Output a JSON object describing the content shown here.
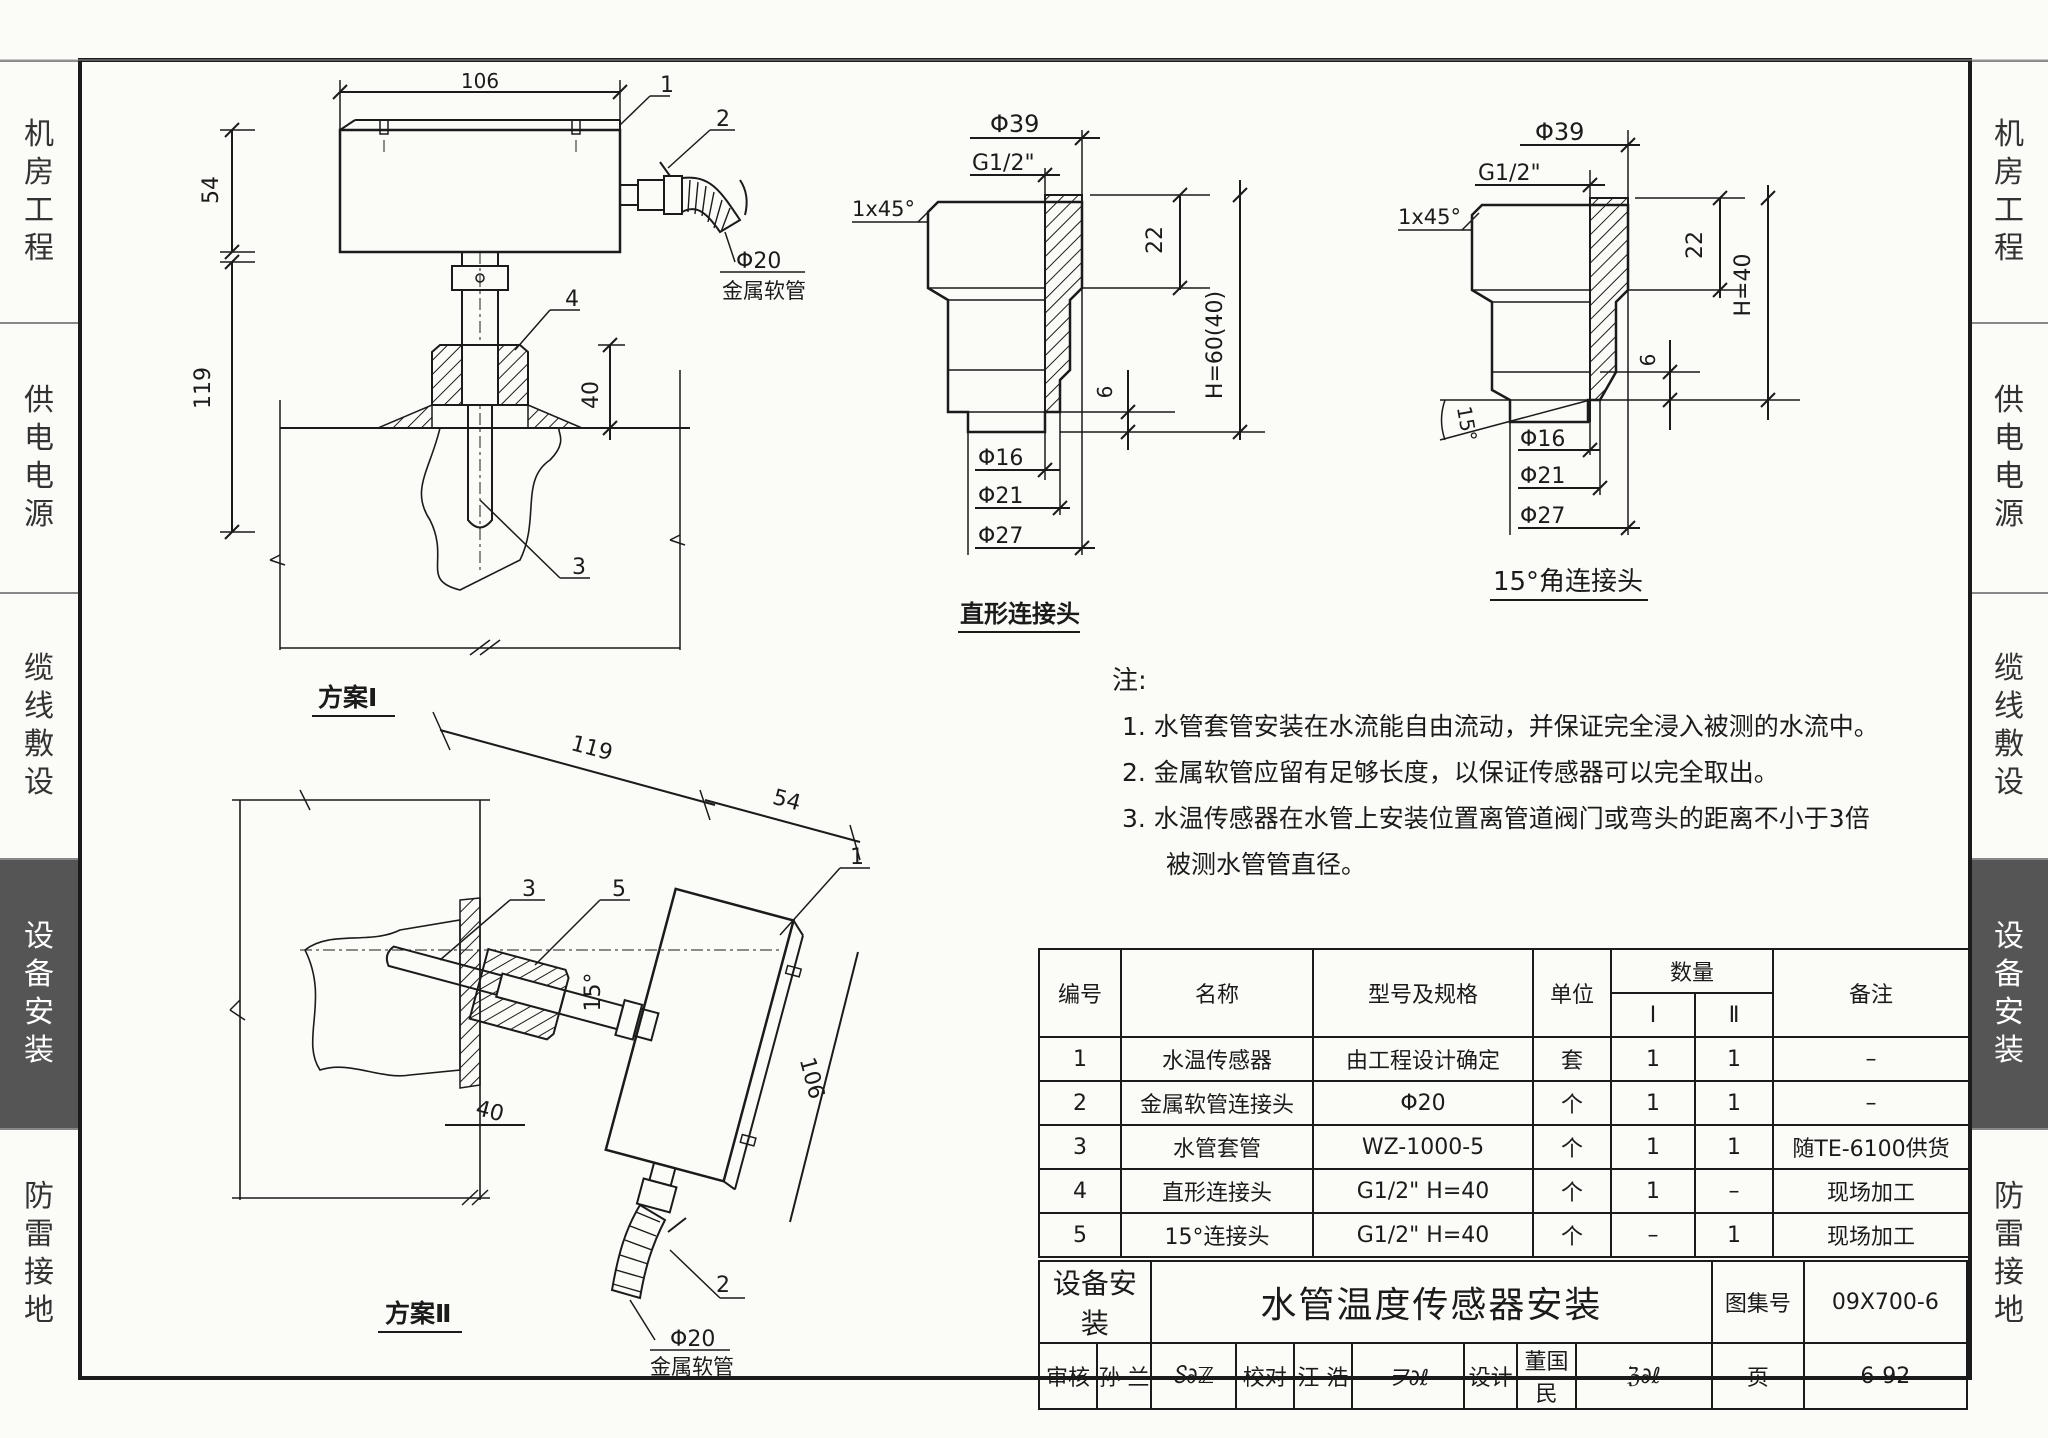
{
  "side_tabs": {
    "left": [
      {
        "label": "机房工程",
        "chars": [
          "机",
          "房",
          "工",
          "程"
        ]
      },
      {
        "label": "供电电源",
        "chars": [
          "供",
          "电",
          "电",
          "源"
        ]
      },
      {
        "label": "缆线敷设",
        "chars": [
          "缆",
          "线",
          "敷",
          "设"
        ]
      },
      {
        "label": "设备安装",
        "chars": [
          "设",
          "备",
          "安",
          "装"
        ],
        "active": true
      },
      {
        "label": "防雷接地",
        "chars": [
          "防",
          "雷",
          "接",
          "地"
        ]
      }
    ],
    "right": [
      {
        "label": "机房工程",
        "chars": [
          "机",
          "房",
          "工",
          "程"
        ]
      },
      {
        "label": "供电电源",
        "chars": [
          "供",
          "电",
          "电",
          "源"
        ]
      },
      {
        "label": "缆线敷设",
        "chars": [
          "缆",
          "线",
          "敷",
          "设"
        ]
      },
      {
        "label": "设备安装",
        "chars": [
          "设",
          "备",
          "安",
          "装"
        ],
        "active": true
      },
      {
        "label": "防雷接地",
        "chars": [
          "防",
          "雷",
          "接",
          "地"
        ]
      }
    ]
  },
  "scheme1": {
    "caption": "方案Ⅰ",
    "dims": {
      "width": "106",
      "box_height": "54",
      "stem": "119",
      "depth": "40"
    },
    "callouts": [
      "1",
      "2",
      "3",
      "4"
    ],
    "hose_size": "Φ20",
    "hose_label": "金属软管"
  },
  "scheme2": {
    "caption": "方案Ⅱ",
    "dims": {
      "stem": "119",
      "box": "54",
      "width": "106",
      "depth": "40",
      "angle": "15°"
    },
    "callouts": [
      "1",
      "2",
      "3",
      "5"
    ],
    "hose_size": "Φ20",
    "hose_label": "金属软管"
  },
  "straight_connector": {
    "caption": "直形连接头",
    "d_outer": "Φ39",
    "thread": "G1/2\"",
    "chamfer": "1x45°",
    "h_top": "22",
    "h_total": "H=60(40)",
    "h_step": "6",
    "d16": "Φ16",
    "d21": "Φ21",
    "d27": "Φ27"
  },
  "angle_connector": {
    "caption": "15°角连接头",
    "d_outer": "Φ39",
    "thread": "G1/2\"",
    "chamfer": "1x45°",
    "h_top": "22",
    "h_total": "H=40",
    "h_step": "6",
    "angle": "15°",
    "d16": "Φ16",
    "d21": "Φ21",
    "d27": "Φ27"
  },
  "notes": {
    "title": "注:",
    "items": [
      "1. 水管套管安装在水流能自由流动，并保证完全浸入被测的水流中。",
      "2. 金属软管应留有足够长度，以保证传感器可以完全取出。",
      "3. 水温传感器在水管上安装位置离管道阀门或弯头的距离不小于3倍"
    ],
    "item3_cont": "被测水管管直径。"
  },
  "bom": {
    "headers": {
      "no": "编号",
      "name": "名称",
      "spec": "型号及规格",
      "unit": "单位",
      "qty": "数量",
      "q1": "Ⅰ",
      "q2": "Ⅱ",
      "remark": "备注"
    },
    "rows": [
      {
        "no": "1",
        "name": "水温传感器",
        "spec": "由工程设计确定",
        "unit": "套",
        "q1": "1",
        "q2": "1",
        "remark": "–"
      },
      {
        "no": "2",
        "name": "金属软管连接头",
        "spec": "Φ20",
        "unit": "个",
        "q1": "1",
        "q2": "1",
        "remark": "–"
      },
      {
        "no": "3",
        "name": "水管套管",
        "spec": "WZ-1000-5",
        "unit": "个",
        "q1": "1",
        "q2": "1",
        "remark": "随TE-6100供货"
      },
      {
        "no": "4",
        "name": "直形连接头",
        "spec": "G1/2\"   H=40",
        "unit": "个",
        "q1": "1",
        "q2": "–",
        "remark": "现场加工"
      },
      {
        "no": "5",
        "name": "15°连接头",
        "spec": "G1/2\"   H=40",
        "unit": "个",
        "q1": "–",
        "q2": "1",
        "remark": "现场加工"
      }
    ]
  },
  "title_block": {
    "category": "设备安装",
    "title": "水管温度传感器安装",
    "atlas_label": "图集号",
    "atlas_no": "09X700-6",
    "review_label": "审核",
    "reviewer": "孙 兰",
    "check_label": "校对",
    "checker": "汪 浩",
    "design_label": "设计",
    "designer": "董国民",
    "page_label": "页",
    "page_no": "6-92"
  }
}
